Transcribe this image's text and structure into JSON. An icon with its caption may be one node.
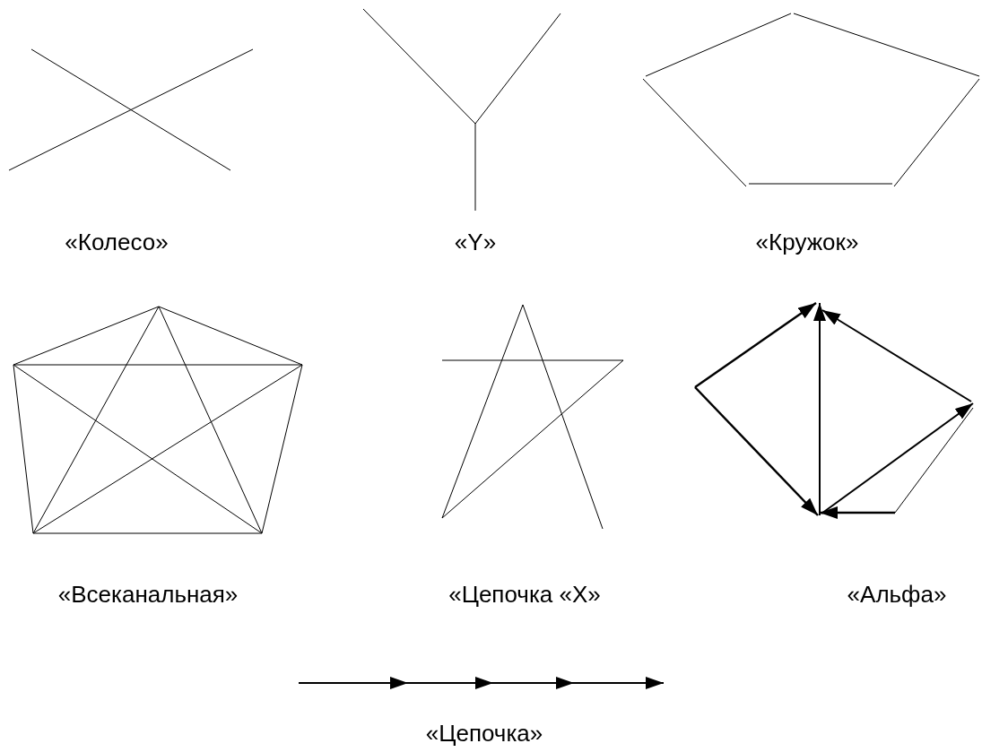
{
  "diagram": {
    "labels": [
      "«Колесо»",
      "«Y»",
      "«Кружок»",
      "«Всеканальная»",
      "«Цепочка «X»",
      "«Альфа»",
      "«Цепочка»"
    ]
  }
}
